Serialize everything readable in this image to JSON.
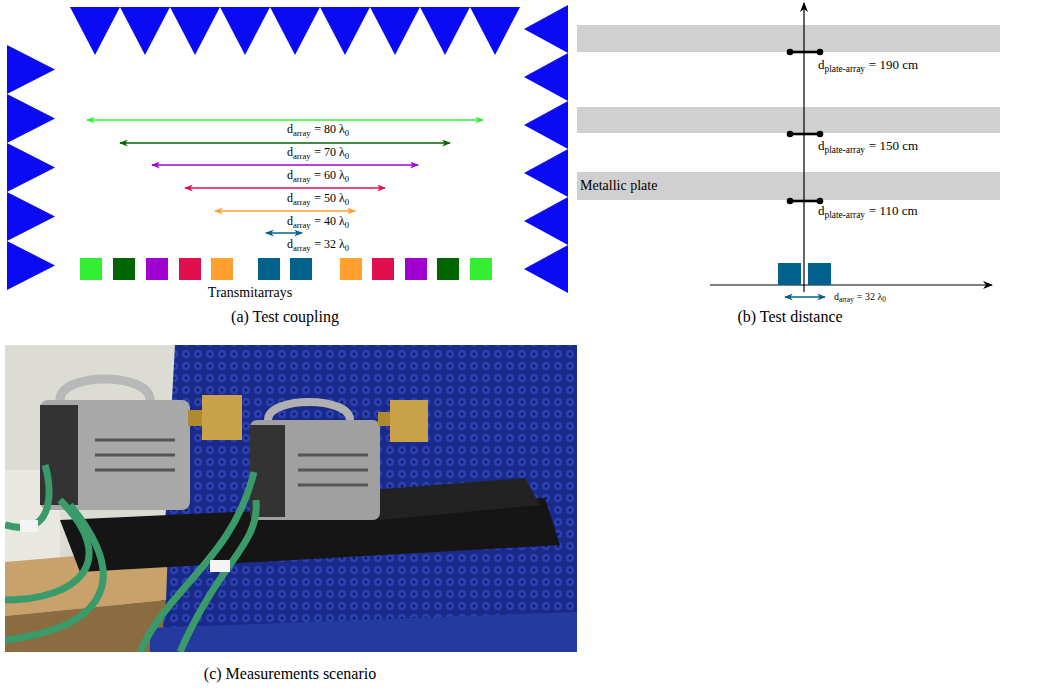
{
  "diagram": {
    "nodes": [
      {
        "text": [
          "Metallic plate"
        ]
      }
    ],
    "labels": [
      "d",
      "array",
      "= 80 λ",
      "0",
      "d",
      "array",
      "= 70 λ",
      "0",
      "d",
      "array",
      "= 60 λ",
      "0",
      "d",
      "array",
      "= 50 λ",
      "0",
      "d",
      "array",
      "= 40 λ",
      "0",
      "d",
      "array",
      "= 32 λ",
      "0",
      "Transmitarrays",
      "d",
      "plate-array",
      "= 190 cm",
      "d",
      "plate-array",
      "= 150 cm",
      "d",
      "plate-array",
      "= 110 cm",
      "d",
      "array",
      "= 32 λ",
      "0",
      "(a) Test coupling",
      "(b) Test distance",
      "(c) Measurements scenario"
    ]
  }
}
